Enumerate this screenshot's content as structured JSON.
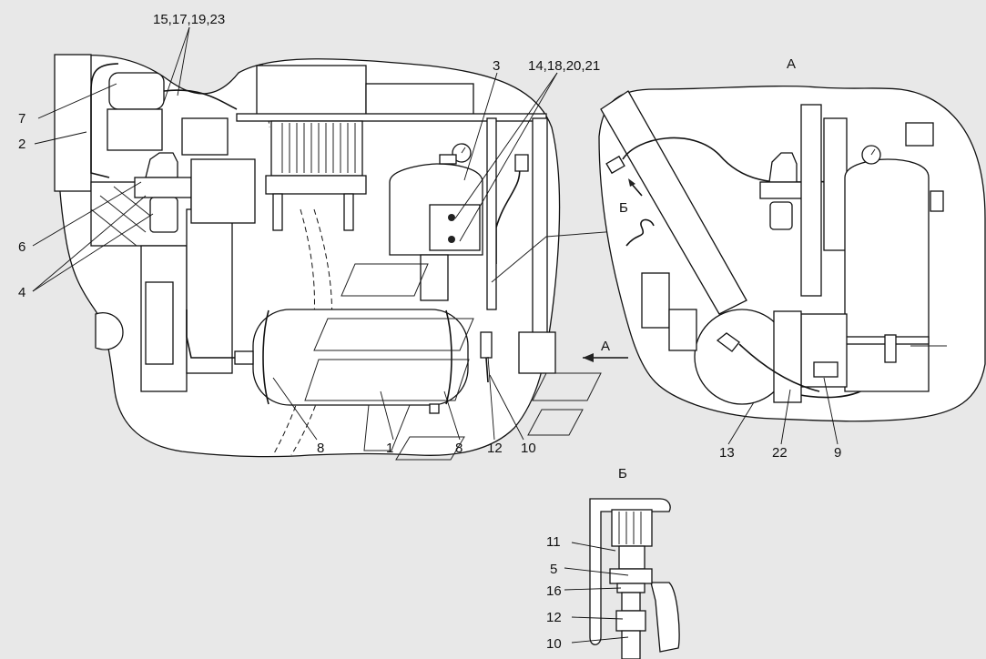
{
  "views": {
    "main": {
      "title": ""
    },
    "view_a": {
      "title": "А"
    },
    "view_b": {
      "title": "Б"
    },
    "direction_a": "А",
    "direction_b": "Б"
  },
  "callouts": {
    "c1": "15,17,19,23",
    "c2": "3",
    "c3": "14,18,20,21",
    "c4": "7",
    "c5": "2",
    "c6": "6",
    "c7": "4",
    "c8": "8",
    "c9": "1",
    "c10": "8",
    "c11": "12",
    "c12": "10",
    "c13": "13",
    "c14": "22",
    "c15": "9",
    "c16": "11",
    "c17": "5",
    "c18": "16",
    "c19": "12",
    "c20": "10"
  },
  "colors": {
    "background": "#e8e8e8",
    "panel": "#ffffff",
    "line": "#111111"
  }
}
